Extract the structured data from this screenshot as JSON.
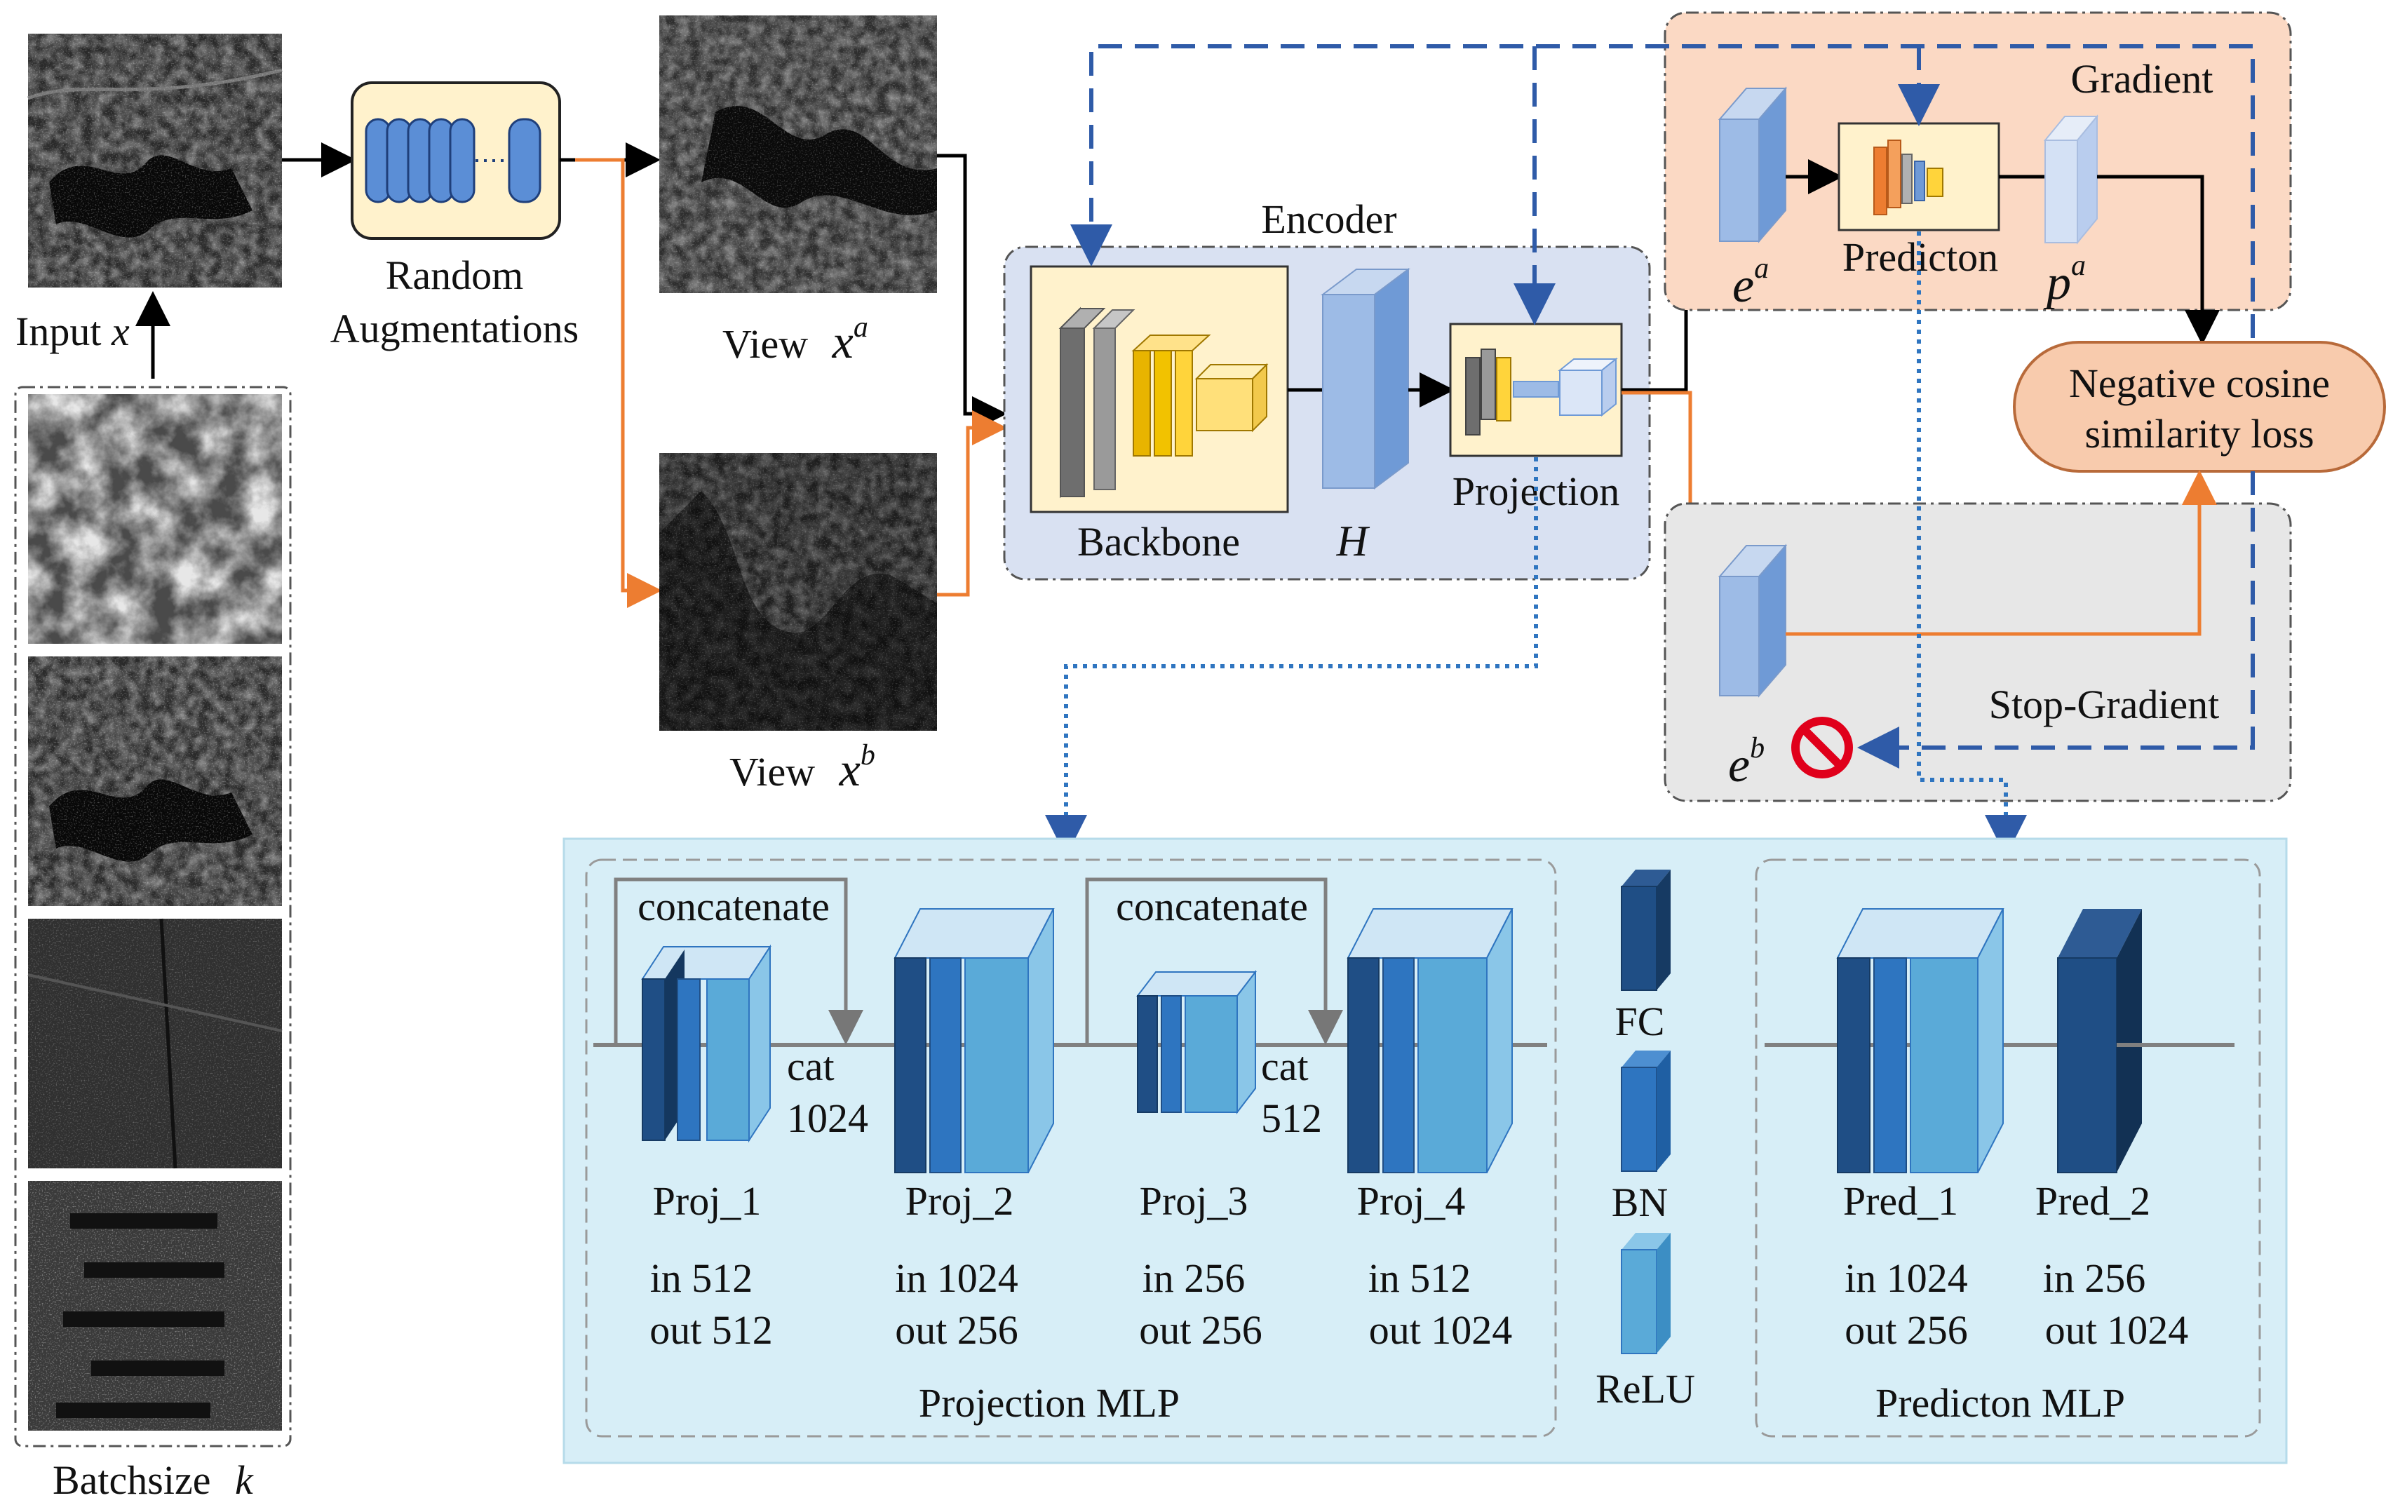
{
  "input": {
    "label": "Input",
    "var": "x"
  },
  "batch": {
    "label": "Batchsize",
    "var": "k"
  },
  "augment": {
    "line1": "Random",
    "line2": "Augmentations"
  },
  "view_a": {
    "label": "View",
    "var": "x",
    "sup": "a"
  },
  "view_b": {
    "label": "View",
    "var": "x",
    "sup": "b"
  },
  "encoder": {
    "title": "Encoder",
    "backbone": "Backbone",
    "h": "H",
    "projection": "Projection"
  },
  "gradient_box": {
    "title": "Gradient",
    "predictor": "Predicton",
    "ea_var": "e",
    "ea_sup": "a",
    "pa_var": "p",
    "pa_sup": "a"
  },
  "stop_box": {
    "title": "Stop-Gradient",
    "eb_var": "e",
    "eb_sup": "b"
  },
  "loss": {
    "line1": "Negative cosine",
    "line2": "similarity loss"
  },
  "projection_mlp": {
    "title": "Projection MLP",
    "concat_label": "concatenate",
    "cat1_line1": "cat",
    "cat1_line2": "1024",
    "cat2_line1": "cat",
    "cat2_line2": "512",
    "layers": [
      {
        "name": "Proj_1",
        "in": "in 512",
        "out": "out 512"
      },
      {
        "name": "Proj_2",
        "in": "in 1024",
        "out": "out 256"
      },
      {
        "name": "Proj_3",
        "in": "in 256",
        "out": "out 256"
      },
      {
        "name": "Proj_4",
        "in": "in 512",
        "out": "out 1024"
      }
    ]
  },
  "legend": {
    "fc": "FC",
    "bn": "BN",
    "relu": "ReLU"
  },
  "predictor_mlp": {
    "title": "Predicton MLP",
    "layers": [
      {
        "name": "Pred_1",
        "in": "in 1024",
        "out": "out 256"
      },
      {
        "name": "Pred_2",
        "in": "in 256",
        "out": "out 1024"
      }
    ]
  },
  "colors": {
    "fc": "#1f4e85",
    "bn": "#2e75c0",
    "relu": "#5aaad8",
    "orange": "#ed7d31",
    "blue_dash": "#2f5ba8",
    "encoder_bg": "#d9e1f2",
    "gradient_bg": "#fbd9c4",
    "stop_bg": "#e7e7e7",
    "mlp_bg": "#d7eef7",
    "cream": "#fff2cc",
    "loss_bg": "#f8cbad"
  }
}
